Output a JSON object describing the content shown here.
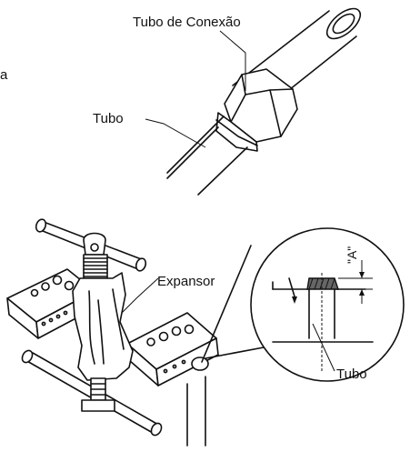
{
  "fragment": "a",
  "top_diagram": {
    "connection_tube_label": "Tubo de Conexão",
    "tube_label": "Tubo"
  },
  "bottom_diagram": {
    "expander_label": "Expansor",
    "dimension_label": "\"A\"",
    "tube_label": "Tubo"
  }
}
